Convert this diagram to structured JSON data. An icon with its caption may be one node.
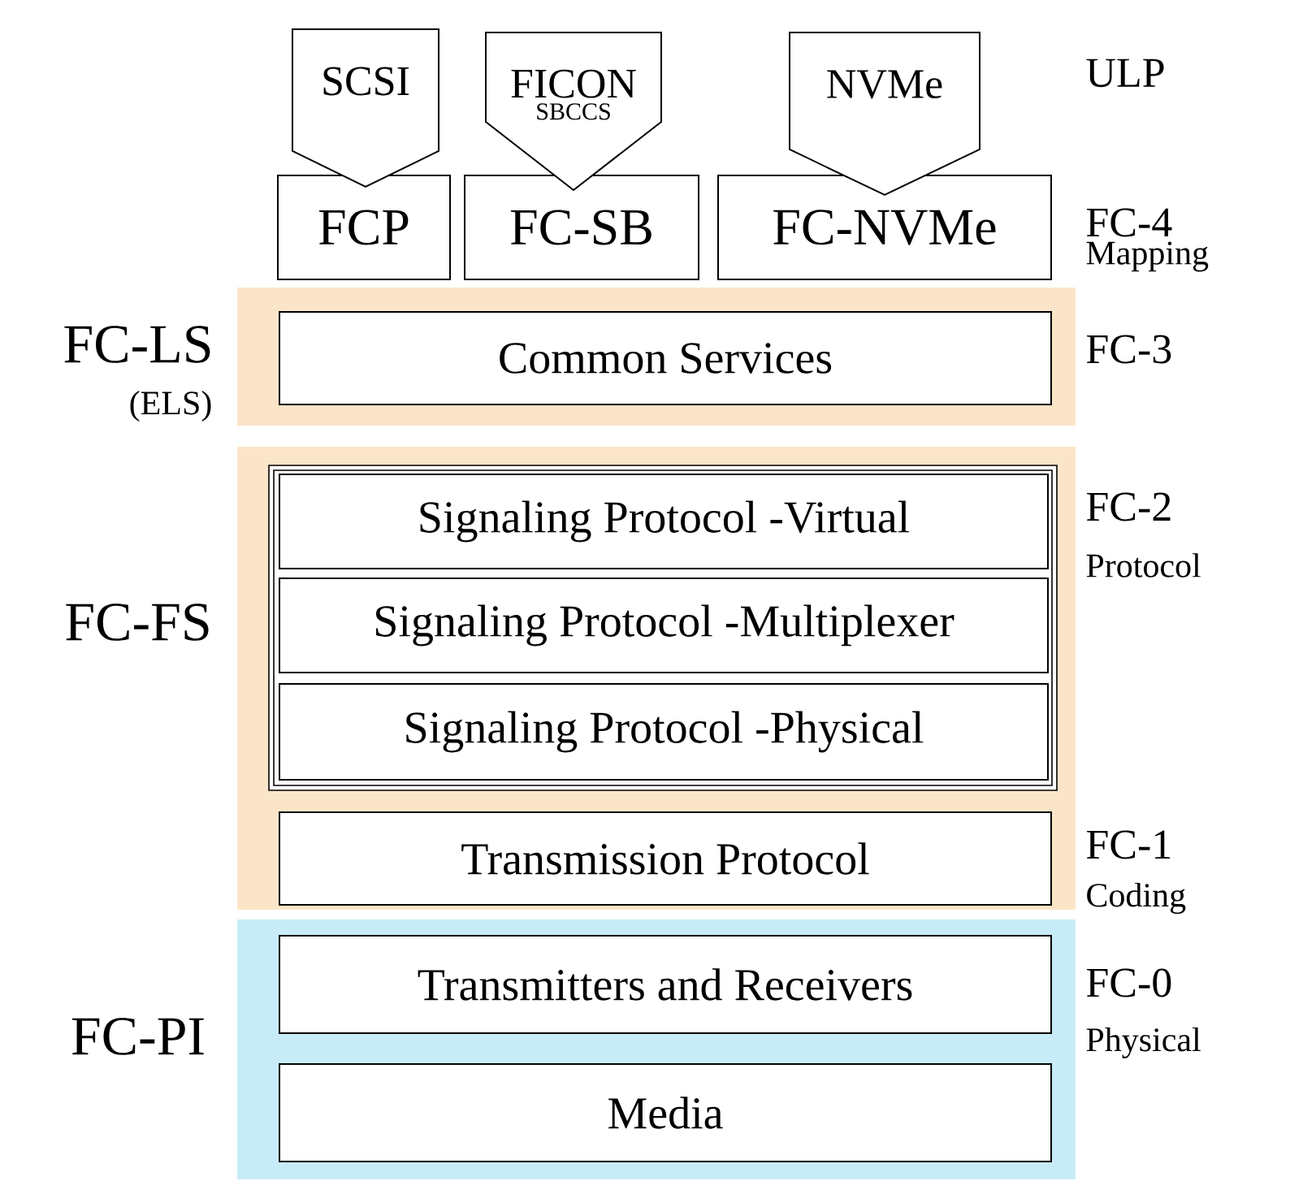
{
  "diagram": {
    "nodes": [
      {
        "text": [
          "SCSI"
        ]
      },
      {
        "text": [
          "FICON",
          "SBCCS"
        ]
      },
      {
        "text": [
          "NVMe"
        ]
      },
      {
        "text": [
          "FCP"
        ]
      },
      {
        "text": [
          "FC-SB"
        ]
      },
      {
        "text": [
          "FC-NVMe"
        ]
      },
      {
        "text": [
          "FC-LS",
          "(ELS)"
        ]
      },
      {
        "text": [
          "Common Services"
        ],
        "in": 6
      },
      {
        "text": [
          "FC-FS"
        ]
      },
      {
        "text": [],
        "shape": "box",
        "in": 8
      },
      {
        "text": [
          "Signaling Protocol -Virtual"
        ],
        "in": 9
      },
      {
        "text": [
          "Signaling Protocol -Multiplexer"
        ],
        "in": 9
      },
      {
        "text": [
          "Signaling Protocol -Physical"
        ],
        "in": 9
      },
      {
        "text": [
          "Transmission Protocol"
        ],
        "in": 8
      },
      {
        "text": [
          "FC-PI"
        ]
      },
      {
        "text": [
          "Transmitters and Receivers"
        ],
        "in": 14
      },
      {
        "text": [
          "Media"
        ],
        "in": 14
      }
    ],
    "labels": [
      "ULP",
      "FC-4",
      "Mapping",
      "FC-3",
      "FC-2",
      "Protocol",
      "FC-1",
      "Coding",
      "FC-0",
      "Physical"
    ]
  }
}
